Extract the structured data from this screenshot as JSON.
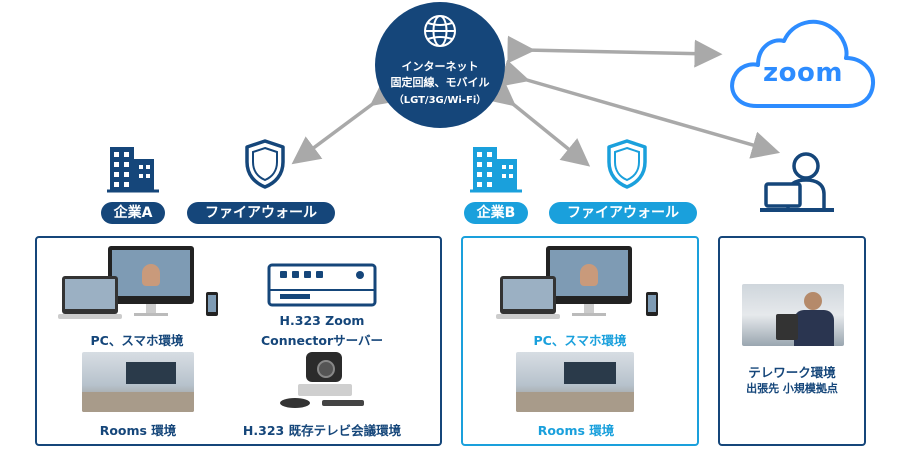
{
  "internet": {
    "line1": "インターネット",
    "line2": "固定回線、モバイル",
    "line3": "（LGT/3G/Wi-Fi）"
  },
  "zoom_logo": "zoom",
  "company_a": {
    "label": "企業A",
    "firewall": "ファイアウォール"
  },
  "company_b": {
    "label": "企業B",
    "firewall": "ファイアウォール"
  },
  "panel_a": {
    "pc_caption": "PC、スマホ環境",
    "connector_line1": "H.323 Zoom",
    "connector_line2": "Connectorサーバー",
    "rooms_caption": "Rooms 環境",
    "h323_caption": "H.323 既存テレビ会議環境"
  },
  "panel_b": {
    "pc_caption": "PC、スマホ環境",
    "rooms_caption": "Rooms 環境"
  },
  "panel_c": {
    "telework_caption": "テレワーク環境",
    "telework_sub": "出張先 小規模拠点"
  },
  "colors": {
    "navy": "#15467a",
    "cyan": "#1aa0dc",
    "arrow": "#a9a9a9",
    "zoom_blue": "#2d8cff"
  }
}
